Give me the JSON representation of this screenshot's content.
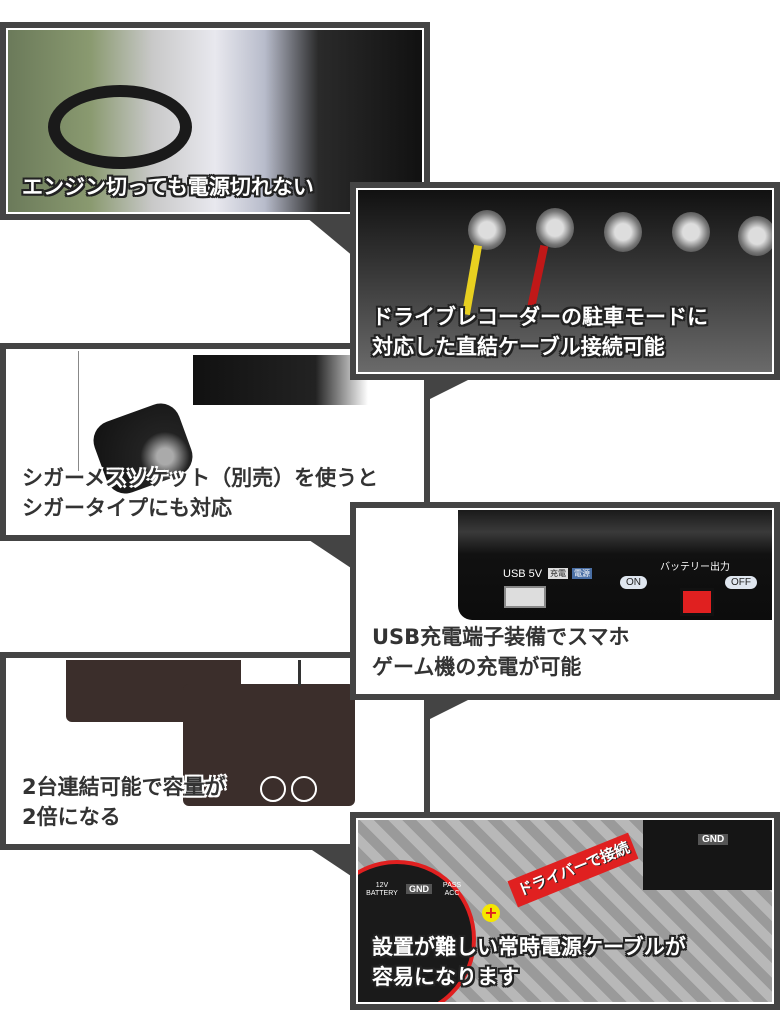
{
  "panels": [
    {
      "caption": "エンジン切っても電源切れない"
    },
    {
      "caption_lines": [
        "ドライブレコーダーの駐車モードに",
        "対応した直結ケーブル接続可能"
      ]
    },
    {
      "caption_lines": [
        "シガーメスソケット（別売）を使うと",
        "シガータイプにも対応"
      ]
    },
    {
      "caption_lines": [
        "USB充電端子装備でスマホ",
        "ゲーム機の充電が可能"
      ],
      "device_labels": {
        "usb": "USB 5V",
        "charge": "充電",
        "power": "電源",
        "battery_output": "バッテリー出力",
        "on": "ON",
        "off": "OFF"
      }
    },
    {
      "caption_lines": [
        "2台連結可能で容量が",
        "2倍になる"
      ]
    },
    {
      "caption_lines": [
        "設置が難しい常時電源ケーブルが",
        "容易になります"
      ],
      "callout": "ドライバーで接続",
      "terminal_labels": {
        "battery": "12V BATTERY",
        "gnd": "GND",
        "acc": "PASS ACC"
      }
    }
  ],
  "colors": {
    "frame": "#444444",
    "switch": "#e02020",
    "callout": "#e02020",
    "plus_badge": "#f5e600"
  }
}
